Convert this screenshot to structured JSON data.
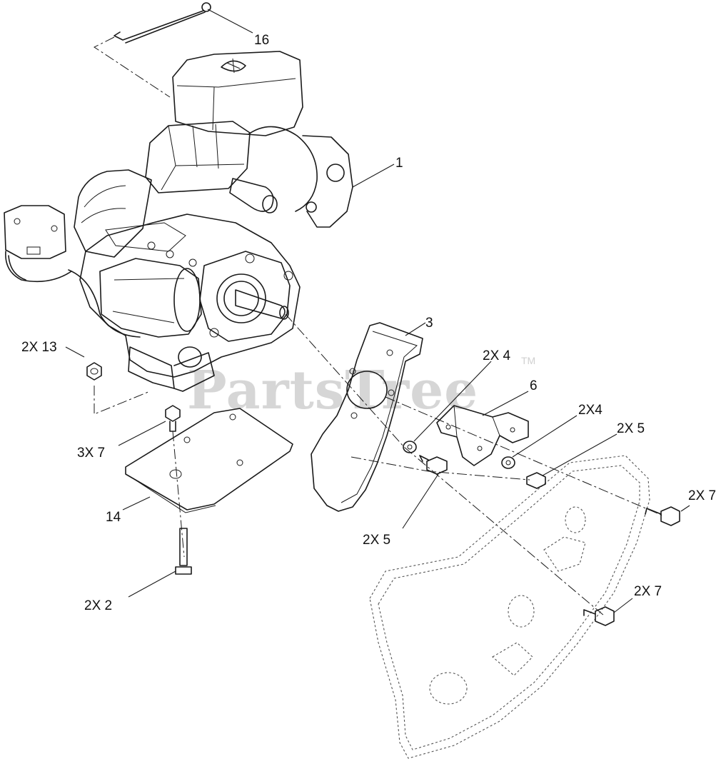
{
  "watermark": {
    "text": "PartsTree",
    "trademark": "TM"
  },
  "callouts": [
    {
      "id": "16",
      "text": "16"
    },
    {
      "id": "1",
      "text": "1"
    },
    {
      "id": "3",
      "text": "3"
    },
    {
      "id": "2x4-upper",
      "text": "2X 4"
    },
    {
      "id": "6",
      "text": "6"
    },
    {
      "id": "2x13",
      "text": "2X 13"
    },
    {
      "id": "2x4-right",
      "text": "2X4"
    },
    {
      "id": "2x5-right",
      "text": "2X 5"
    },
    {
      "id": "3x7",
      "text": "3X 7"
    },
    {
      "id": "2x7-upper",
      "text": "2X 7"
    },
    {
      "id": "14",
      "text": "14"
    },
    {
      "id": "2x5-lower",
      "text": "2X  5"
    },
    {
      "id": "2x2",
      "text": "2X  2"
    },
    {
      "id": "2x7-lower",
      "text": "2X 7"
    }
  ]
}
